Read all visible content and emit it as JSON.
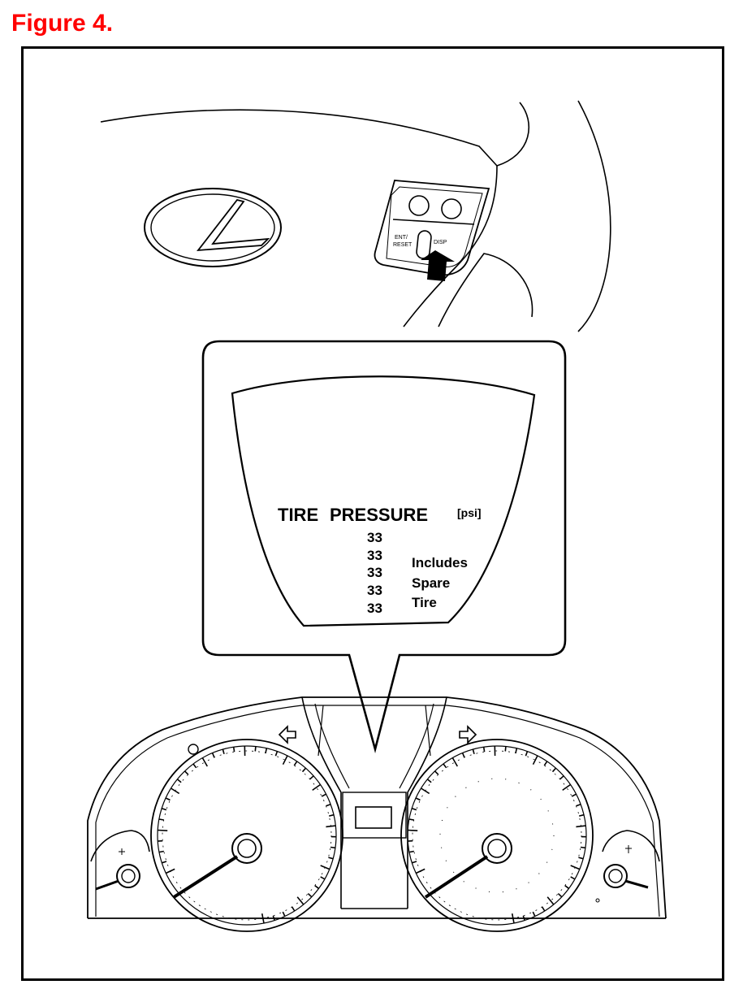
{
  "figure": {
    "title": "Figure 4.",
    "title_color": "#ff0000"
  },
  "display": {
    "heading_word1": "TIRE",
    "heading_word2": "PRESSURE",
    "unit": "[psi]",
    "readings": [
      "33",
      "33",
      "33",
      "33",
      "33"
    ],
    "note_lines": [
      "Includes",
      "Spare",
      "Tire"
    ]
  },
  "switch_panel": {
    "left_label_1": "ENT/",
    "left_label_2": "RESET",
    "right_label": "DISP"
  }
}
